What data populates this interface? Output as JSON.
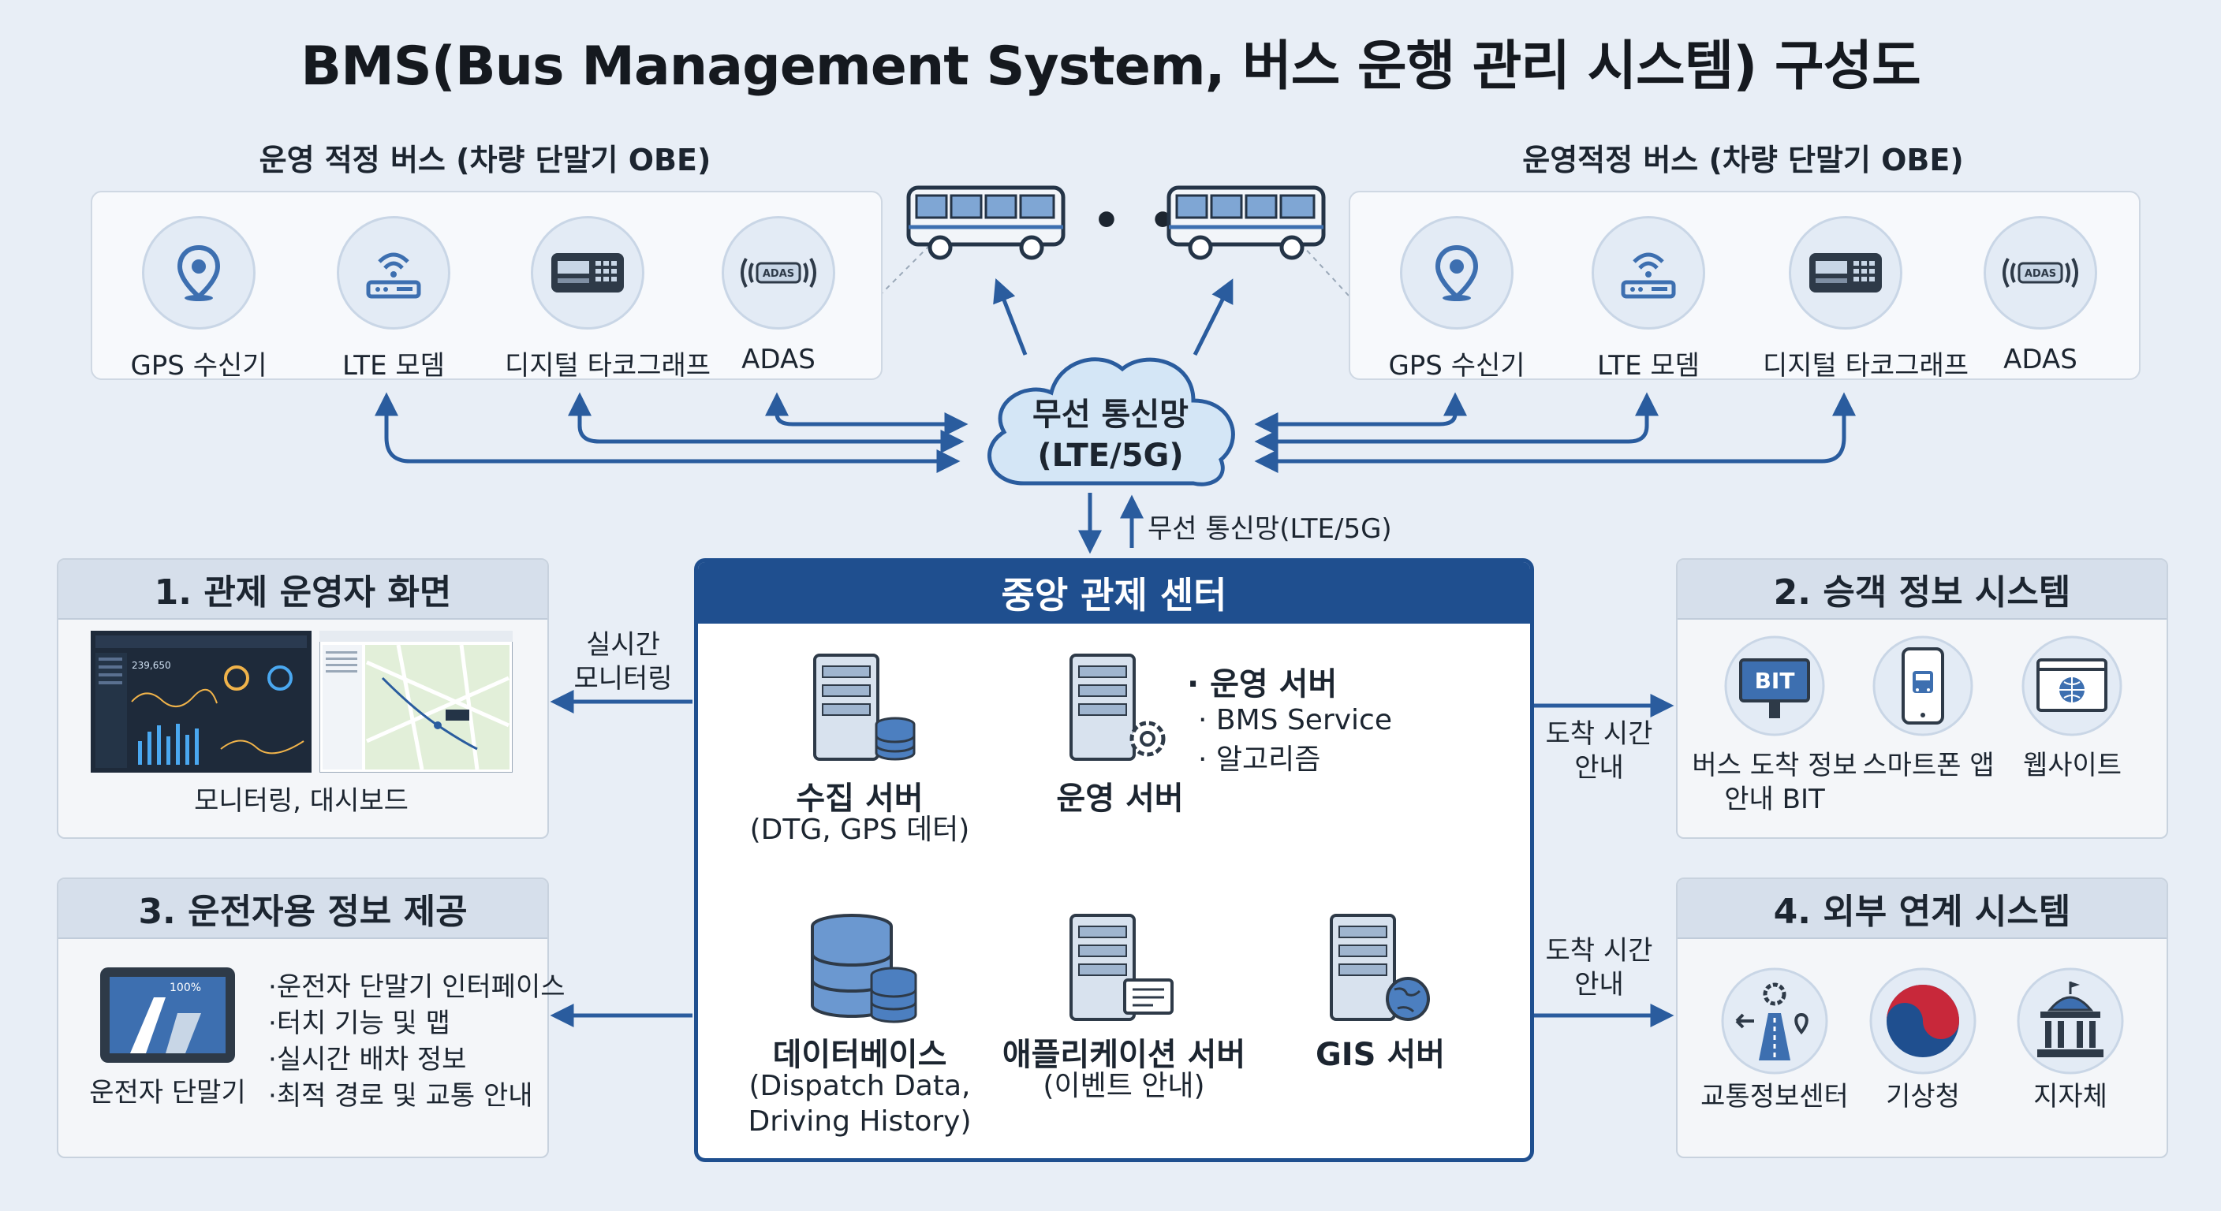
{
  "title": "BMS(Bus Management System, 버스 운행 관리 시스템) 구성도",
  "left_bus_group": {
    "label": "운영 적정 버스 (차량 단말기 OBE)",
    "devices": [
      {
        "label": "GPS 수신기",
        "icon": "map-pin-icon"
      },
      {
        "label": "LTE 모뎀",
        "icon": "router-icon"
      },
      {
        "label": "디지털 타코그래프",
        "icon": "tachograph-icon"
      },
      {
        "label": "ADAS",
        "icon": "adas-icon"
      }
    ]
  },
  "right_bus_group": {
    "label": "운영적정 버스 (차량 단말기 OBE)",
    "devices": [
      {
        "label": "GPS 수신기",
        "icon": "map-pin-icon"
      },
      {
        "label": "LTE 모뎀",
        "icon": "router-icon"
      },
      {
        "label": "디지털 타코그래프",
        "icon": "tachograph-icon"
      },
      {
        "label": "ADAS",
        "icon": "adas-icon"
      }
    ]
  },
  "adas_badge": "ADAS",
  "bus_ellipsis": "• • •",
  "cloud": {
    "line1": "무선 통신망",
    "line2": "(LTE/5G)"
  },
  "cloud_link_label": "무선 통신망(LTE/5G)",
  "control_center": {
    "title": "중앙 관제 센터",
    "collect_server": {
      "title": "수집 서버",
      "sub": "(DTG, GPS 데터)"
    },
    "ops_server": {
      "title": "운영 서버",
      "note_title": "운영 서버",
      "notes": [
        "BMS Service",
        "알고리즘"
      ]
    },
    "database": {
      "title": "데이터베이스",
      "sub_line1": "(Dispatch Data,",
      "sub_line2": "Driving History)"
    },
    "app_server": {
      "title": "애플리케이션 서버",
      "sub": "(이벤트 안내)"
    },
    "gis_server": {
      "title": "GIS 서버"
    }
  },
  "panel1": {
    "title": "1. 관제 운영자 화면",
    "caption": "모니터링, 대시보드",
    "dashboard_value": "239,650"
  },
  "monitoring_label": {
    "line1": "실시간",
    "line2": "모니터링"
  },
  "panel2": {
    "title": "2. 승객 정보 시스템",
    "items": [
      {
        "line1": "버스 도착 정보",
        "line2": "안내 BIT",
        "icon": "bit-display-icon"
      },
      {
        "line1": "스마트폰 앱",
        "line2": "",
        "icon": "smartphone-bus-icon"
      },
      {
        "line1": "웹사이트",
        "line2": "",
        "icon": "website-globe-icon"
      }
    ],
    "bit_text": "BIT"
  },
  "panel3": {
    "title": "3. 운전자용 정보 제공",
    "device_label": "운전자 단말기",
    "screen_percent": "100%",
    "bullets": [
      "운전자 단말기 인터페이스",
      "터치 기능 및 맵",
      "실시간 배차 정보",
      "최적 경로 및 교통 안내"
    ]
  },
  "panel4": {
    "title": "4. 외부 연계 시스템",
    "items": [
      {
        "label": "교통정보센터",
        "icon": "traffic-center-icon"
      },
      {
        "label": "기상청",
        "icon": "weather-agency-icon"
      },
      {
        "label": "지자체",
        "icon": "government-building-icon"
      }
    ]
  },
  "arrival_label_1": {
    "line1": "도착 시간",
    "line2": "안내"
  },
  "arrival_label_2": {
    "line1": "도착 시간",
    "line2": "안내"
  },
  "colors": {
    "accent": "#1f4f8f",
    "arrow": "#2a5c9e",
    "icon": "#3d6fb0",
    "panel_head": "#d6dfeb"
  }
}
